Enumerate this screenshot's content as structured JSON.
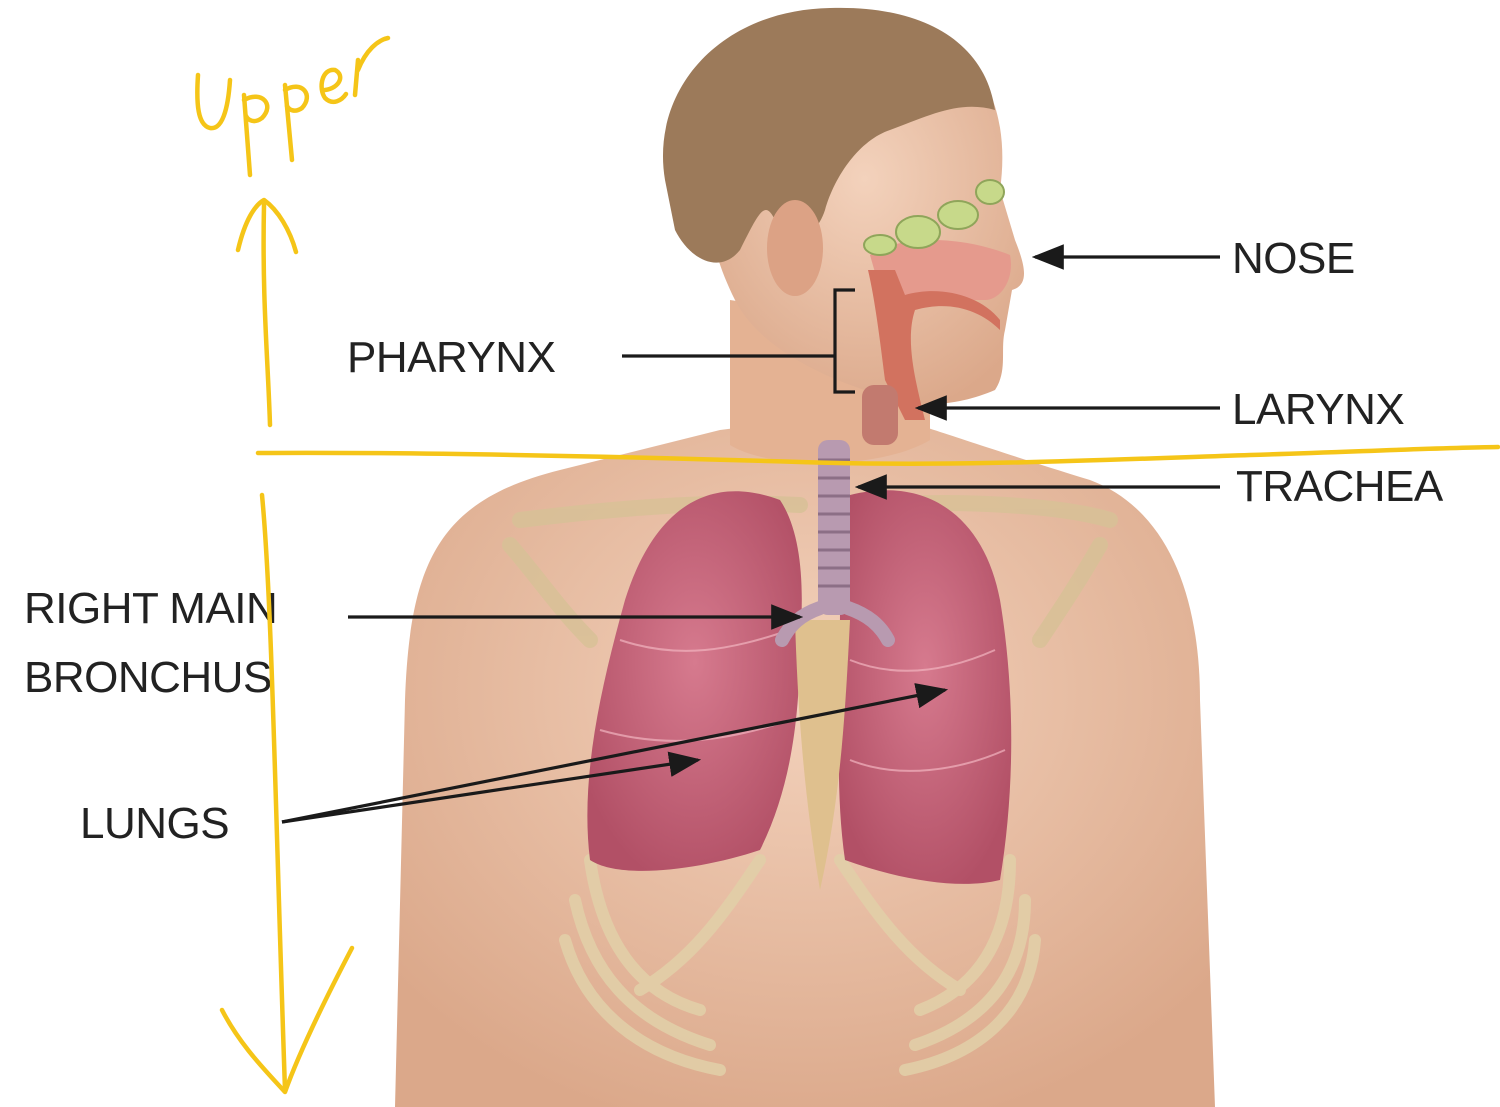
{
  "labels": {
    "nose": "NOSE",
    "pharynx": "PHARYNX",
    "larynx": "LARYNX",
    "trachea": "TRACHEA",
    "bronchus_line1": "RIGHT MAIN",
    "bronchus_line2": "BRONCHUS",
    "lungs": "LUNGS"
  },
  "handwritten_annotation": {
    "text": "Upper",
    "color": "#f5c518"
  },
  "colors": {
    "skin": "#e8b99a",
    "hair": "#9c7a5a",
    "lung": "#c9637a",
    "trachea": "#b89ab0",
    "bone": "#e4cfa6",
    "sinus": "#c7d98a",
    "leader": "#1a1a1a",
    "annotation": "#f5c518"
  }
}
